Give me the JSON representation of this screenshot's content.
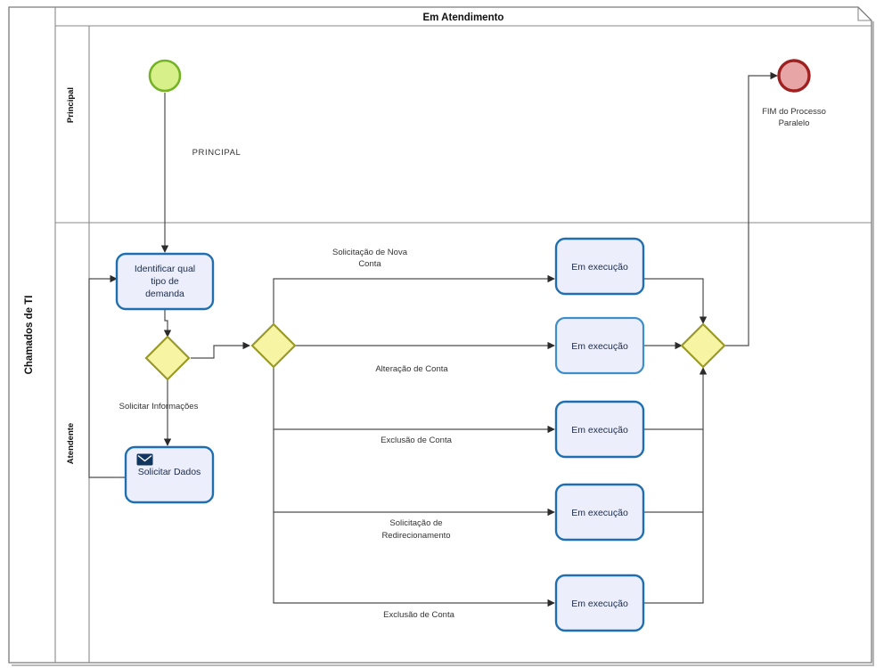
{
  "pool": {
    "title": "Em Atendimento",
    "label": "Chamados de TI"
  },
  "lanes": [
    {
      "id": "principal",
      "label": "Principal"
    },
    {
      "id": "atendente",
      "label": "Atendente"
    }
  ],
  "annotations": {
    "principal_note": "PRINCIPAL"
  },
  "events": [
    {
      "id": "start",
      "type": "start-event",
      "label": "",
      "fill": "#d7f08a",
      "stroke": "#74b325"
    },
    {
      "id": "end",
      "type": "end-event",
      "label": "FIM do Processo Paralelo",
      "fill": "#e8a5a5",
      "stroke": "#9e2020"
    }
  ],
  "gateways": [
    {
      "id": "gw-demanda",
      "type": "exclusive-gateway",
      "label": "",
      "fill": "#f7f4a3",
      "stroke": "#9a9a2a"
    },
    {
      "id": "gw-split",
      "type": "exclusive-gateway",
      "label": "",
      "fill": "#f7f4a3",
      "stroke": "#9a9a2a"
    },
    {
      "id": "gw-join",
      "type": "exclusive-gateway",
      "label": "",
      "fill": "#f7f4a3",
      "stroke": "#9a9a2a"
    }
  ],
  "tasks": [
    {
      "id": "t-identificar",
      "label": "Identificar qual tipo de demanda",
      "lines": [
        "Identificar qual",
        "tipo de",
        "demanda"
      ],
      "marker": "none"
    },
    {
      "id": "t-solicitar-dados",
      "label": "Solicitar Dados",
      "lines": [
        "Solicitar Dados"
      ],
      "marker": "send-envelope-icon"
    },
    {
      "id": "t-exec-1",
      "label": "Em execução",
      "lines": [
        "Em execução"
      ],
      "marker": "none"
    },
    {
      "id": "t-exec-2",
      "label": "Em execução",
      "lines": [
        "Em execução"
      ],
      "marker": "none"
    },
    {
      "id": "t-exec-3",
      "label": "Em execução",
      "lines": [
        "Em execução"
      ],
      "marker": "none"
    },
    {
      "id": "t-exec-4",
      "label": "Em execução",
      "lines": [
        "Em execução"
      ],
      "marker": "none"
    },
    {
      "id": "t-exec-5",
      "label": "Em execução",
      "lines": [
        "Em execução"
      ],
      "marker": "none"
    }
  ],
  "flow_labels": {
    "solicitar_informacoes": "Solicitar Informações",
    "branch_1_line1": "Solicitação de Nova",
    "branch_1_line2": "Conta",
    "branch_2": "Alteração de Conta",
    "branch_3": "Exclusão de Conta",
    "branch_4_line1": "Solicitação de",
    "branch_4_line2": "Redirecionamento",
    "branch_5": "Exclusão de Conta",
    "end_label_line1": "FIM do Processo",
    "end_label_line2": "Paralelo"
  },
  "colors": {
    "task_fill": "#eceffb",
    "task_stroke": "#1f6fb0",
    "task_stroke_light": "#3d8ec9",
    "gateway_fill": "#f7f4a3",
    "gateway_stroke": "#9a9a2a",
    "start_fill": "#d7f08a",
    "start_stroke": "#74b325",
    "end_fill": "#e8a5a5",
    "end_stroke": "#9e2020",
    "flow_stroke": "#4d4d4d",
    "frame_stroke": "#7a7a7a",
    "text": "#1b2a4a"
  }
}
